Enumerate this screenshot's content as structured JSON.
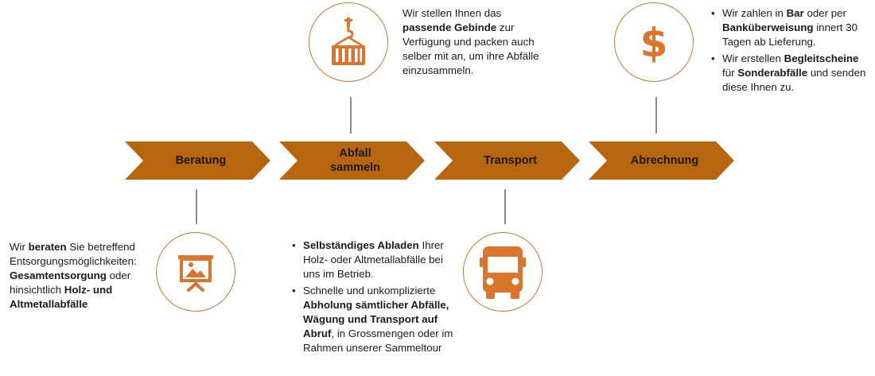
{
  "colors": {
    "chevron_fill": "#B8650F",
    "icon_fill": "#D9752C",
    "circle_border": "#C07A30",
    "connector": "#8C8C8C"
  },
  "steps": [
    {
      "label_lines": [
        "Beratung"
      ]
    },
    {
      "label_lines": [
        "Abfall",
        "sammeln"
      ]
    },
    {
      "label_lines": [
        "Transport"
      ]
    },
    {
      "label_lines": [
        "Abrechnung"
      ]
    }
  ],
  "icons": [
    "presentation-icon",
    "container-crane-icon",
    "truck-icon",
    "dollar-icon"
  ],
  "dollar_symbol": "$",
  "descriptions": {
    "beratung": [
      {
        "t": "Wir ",
        "b": false
      },
      {
        "t": "beraten",
        "b": true
      },
      {
        "t": " Sie betreffend Entsorgungsmöglichkeiten: ",
        "b": false
      },
      {
        "t": "Gesamtentsorgung",
        "b": true
      },
      {
        "t": " oder hinsichtlich ",
        "b": false
      },
      {
        "t": "Holz- und Altmetallabfälle",
        "b": true
      }
    ],
    "abfall_sammeln": [
      {
        "t": "Wir stellen Ihnen das ",
        "b": false
      },
      {
        "t": "passende Gebinde",
        "b": true
      },
      {
        "t": " zur Verfügung und packen auch selber mit an, um ihre Abfälle einzusammeln.",
        "b": false
      }
    ],
    "transport": [
      [
        {
          "t": "Selbständiges Abladen",
          "b": true
        },
        {
          "t": " Ihrer Holz- oder Altmetallabfälle bei uns im Betrieb.",
          "b": false
        }
      ],
      [
        {
          "t": "Schnelle und unkomplizierte ",
          "b": false
        },
        {
          "t": "Abholung sämtlicher Abfälle, Wägung und Transport auf Abruf",
          "b": true
        },
        {
          "t": ", in Grossmengen oder im Rahmen unserer Sammeltour",
          "b": false
        }
      ]
    ],
    "abrechnung": [
      [
        {
          "t": "Wir zahlen in ",
          "b": false
        },
        {
          "t": "Bar",
          "b": true
        },
        {
          "t": " oder per ",
          "b": false
        },
        {
          "t": "Banküberweisung",
          "b": true
        },
        {
          "t": " innert 30 Tagen ab Lieferung.",
          "b": false
        }
      ],
      [
        {
          "t": "Wir erstellen ",
          "b": false
        },
        {
          "t": "Begleitscheine",
          "b": true
        },
        {
          "t": " für ",
          "b": false
        },
        {
          "t": "Sonderabfälle",
          "b": true
        },
        {
          "t": " und senden diese Ihnen zu.",
          "b": false
        }
      ]
    ]
  }
}
